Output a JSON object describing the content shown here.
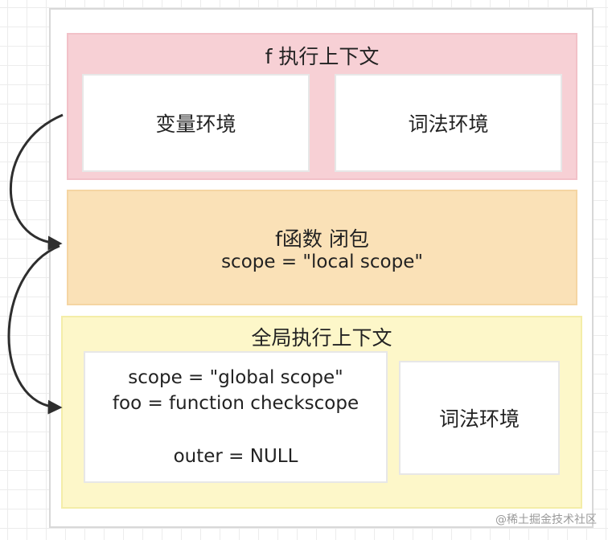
{
  "f_context": {
    "title": "f 执行上下文",
    "variable_env": "变量环境",
    "lexical_env": "词法环境"
  },
  "closure": {
    "title": "f函数 闭包",
    "scope_line": "scope = \"local scope\""
  },
  "global_context": {
    "title": "全局执行上下文",
    "variable_lines": [
      "scope = \"global scope\"",
      "foo = function checkscope",
      "outer = NULL"
    ],
    "lexical_env": "词法环境"
  },
  "watermark": "@稀土掘金技术社区",
  "colors": {
    "f_context_bg": "#f7d0d5",
    "closure_bg": "#fae1b7",
    "global_context_bg": "#fdf7c9",
    "arrow": "#2e2e2e"
  }
}
